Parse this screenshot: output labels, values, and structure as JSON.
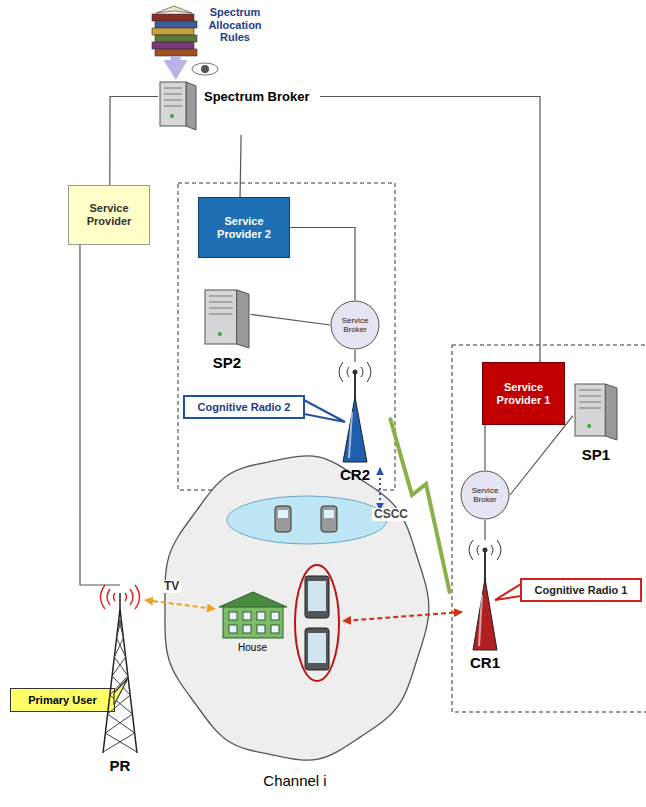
{
  "diagram": {
    "nodes": [
      {
        "text": [
          "Spectrum Allocation Rules"
        ]
      },
      {
        "text": [
          "Spectrum Broker"
        ]
      },
      {
        "text": [
          "Service Provider"
        ]
      },
      {
        "text": [
          "Service Provider 2"
        ]
      },
      {
        "text": [
          "SP2"
        ]
      },
      {
        "text": [
          "Service Broker"
        ]
      },
      {
        "text": [
          "Cognitive Radio 2"
        ]
      },
      {
        "text": [
          "CR2"
        ]
      },
      {
        "text": [
          "Service Provider 1"
        ]
      },
      {
        "text": [
          "SP1"
        ]
      },
      {
        "text": [
          "Service Broker"
        ]
      },
      {
        "text": [
          "Cognitive Radio 1"
        ]
      },
      {
        "text": [
          "CR1"
        ]
      },
      {
        "text": [
          "Primary User"
        ]
      },
      {
        "text": [
          "PR"
        ]
      },
      {
        "text": [
          "Channel i"
        ]
      },
      {
        "text": [
          "House"
        ],
        "in": 15
      }
    ],
    "edges": [
      {
        "from": 0,
        "to": 1,
        "arrow": "to"
      },
      {
        "from": 1,
        "to": 2,
        "arrow": "none"
      },
      {
        "from": 1,
        "to": 3,
        "arrow": "none"
      },
      {
        "from": 1,
        "to": 8,
        "arrow": "none"
      },
      {
        "from": 2,
        "to": 14,
        "arrow": "none"
      },
      {
        "from": 3,
        "to": 5,
        "arrow": "none"
      },
      {
        "from": 4,
        "to": 5,
        "arrow": "none"
      },
      {
        "from": 5,
        "to": 7,
        "arrow": "none"
      },
      {
        "from": 8,
        "to": 10,
        "arrow": "none"
      },
      {
        "from": 9,
        "to": 10,
        "arrow": "none"
      },
      {
        "from": 10,
        "to": 12,
        "arrow": "none"
      },
      {
        "from": 7,
        "to": 12,
        "arrow": "none",
        "label": "CSCC"
      },
      {
        "from": 14,
        "to": 16,
        "arrow": "both",
        "label": "TV"
      }
    ]
  }
}
